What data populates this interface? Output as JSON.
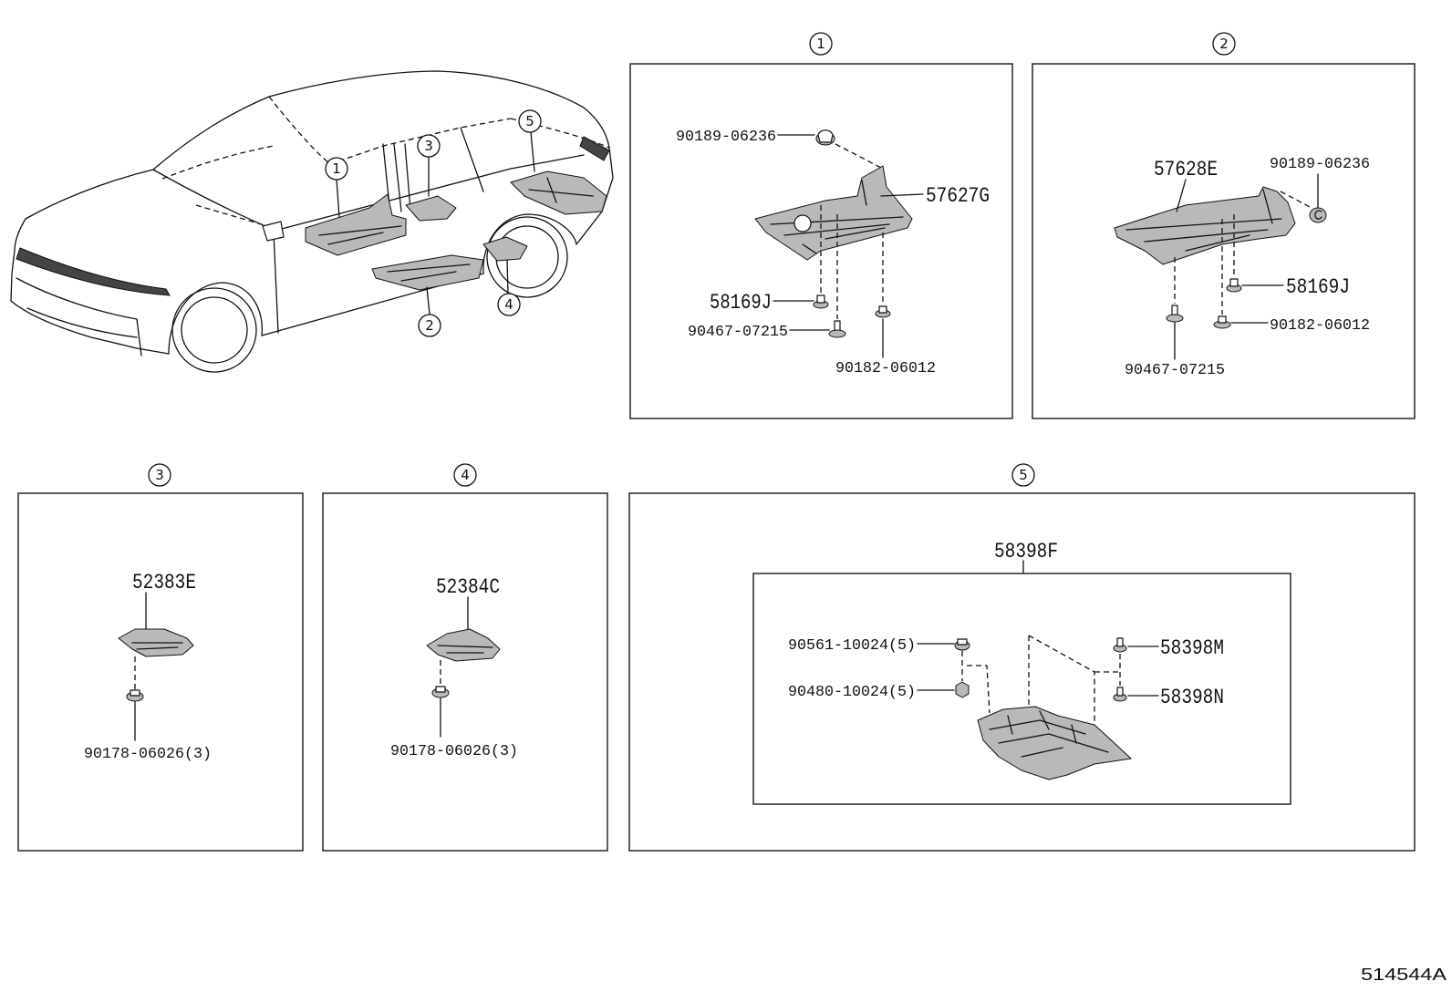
{
  "overview_callouts": {
    "c1": "1",
    "c2": "2",
    "c3": "3",
    "c4": "4",
    "c5": "5"
  },
  "panels": {
    "p1": {
      "title": "1",
      "labels": {
        "clip": "90189-06236",
        "cover": "57627G",
        "grommet": "58169J",
        "screw": "90467-07215",
        "nut": "90182-06012"
      }
    },
    "p2": {
      "title": "2",
      "labels": {
        "cover": "57628E",
        "clip": "90189-06236",
        "grommet": "58169J",
        "nut": "90182-06012",
        "screw": "90467-07215"
      }
    },
    "p3": {
      "title": "3",
      "labels": {
        "cover": "52383E",
        "nut": "90178-06026(3)"
      }
    },
    "p4": {
      "title": "4",
      "labels": {
        "cover": "52384C",
        "nut": "90178-06026(3)"
      }
    },
    "p5": {
      "title": "5",
      "labels": {
        "assembly": "58398F",
        "nut_a": "90561-10024(5)",
        "nut_b": "90480-10024(5)",
        "clip_m": "58398M",
        "clip_n": "58398N"
      }
    }
  },
  "diagram_code": "514544A",
  "colors": {
    "line": "#111111",
    "background": "#ffffff",
    "shade": "#b9b9b9"
  }
}
